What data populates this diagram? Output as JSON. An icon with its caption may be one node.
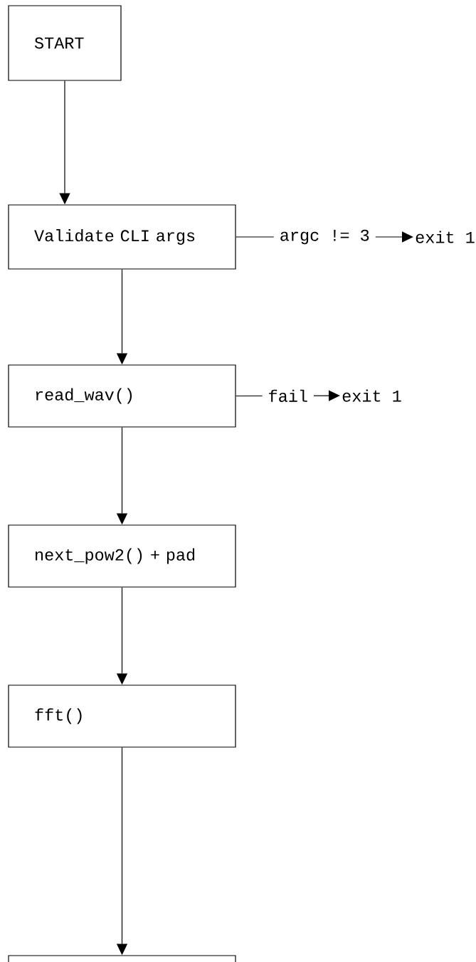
{
  "diagram": {
    "nodes": [
      {
        "text": [
          "START"
        ]
      },
      {
        "text": [
          "Validate CLI args"
        ]
      },
      {
        "text": [
          "exit 1"
        ]
      },
      {
        "text": [
          "read_wav()"
        ]
      },
      {
        "text": [
          "exit 1"
        ]
      },
      {
        "text": [
          "next_pow2() + pad"
        ]
      },
      {
        "text": [
          "fft()"
        ]
      },
      {
        "text": [],
        "shape": "box"
      }
    ],
    "edges": [
      {
        "from": 0,
        "to": 1,
        "arrow": "to"
      },
      {
        "from": 1,
        "to": 2,
        "arrow": "to",
        "label": "argc != 3"
      },
      {
        "from": 1,
        "to": 3,
        "arrow": "to"
      },
      {
        "from": 3,
        "to": 4,
        "arrow": "to",
        "label": "fail"
      },
      {
        "from": 3,
        "to": 5,
        "arrow": "to"
      },
      {
        "from": 5,
        "to": 6,
        "arrow": "to"
      },
      {
        "from": 6,
        "to": 7,
        "arrow": "to"
      }
    ]
  }
}
